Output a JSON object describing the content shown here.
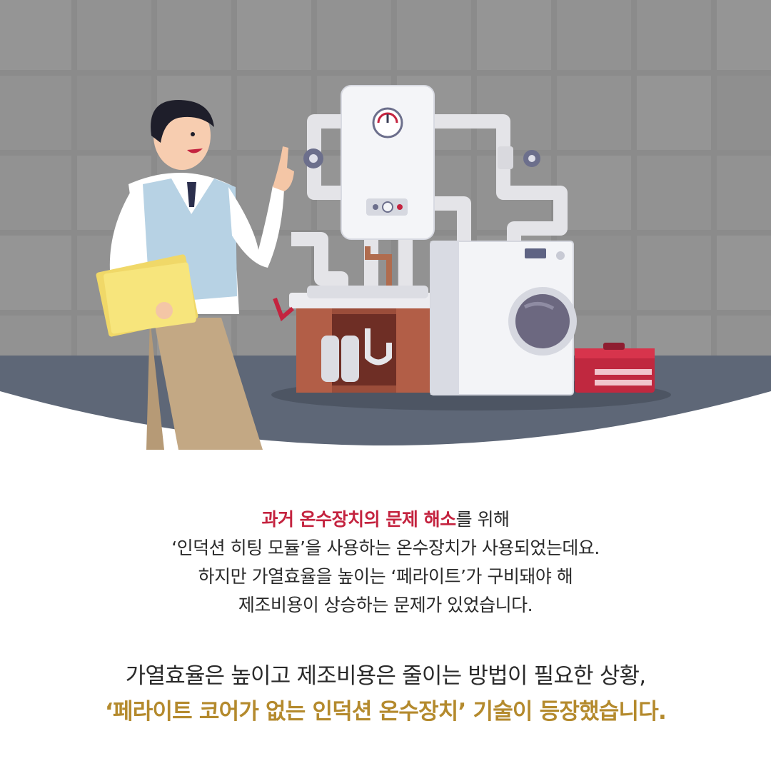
{
  "paragraph1": {
    "line1_highlight": "과거 온수장치의 문제 해소",
    "line1_rest": "를 위해",
    "line2": "‘인덕션 히팅 모듈’을 사용하는 온수장치가 사용되었는데요.",
    "line3": "하지만 가열효율을 높이는 ‘페라이트’가 구비돼야 해",
    "line4": "제조비용이 상승하는 문제가 있었습니다."
  },
  "paragraph2": {
    "line1": "가열효율은 높이고 제조비용은 줄이는 방법이 필요한 상황,",
    "line2_highlight": "‘페라이트 코어가 없는 인덕션 온수장치’",
    "line2_rest": " 기술이 등장했습니다."
  },
  "colors": {
    "highlight_red": "#c4233f",
    "highlight_gold": "#b48a2d",
    "tile_wall": "#8a8a8a",
    "floor": "#5f6878",
    "body_text": "#2a2a2a"
  }
}
